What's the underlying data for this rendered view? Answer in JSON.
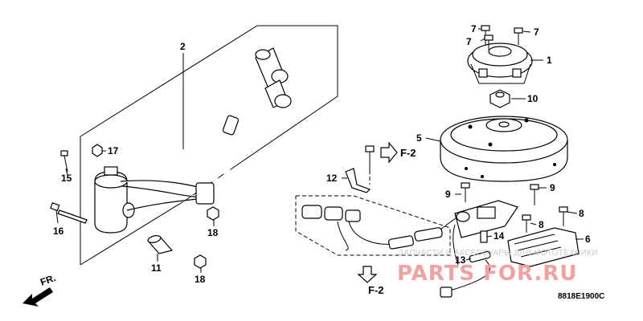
{
  "callouts": {
    "c1": "1",
    "c2": "2",
    "c5": "5",
    "c6": "6",
    "c7a": "7",
    "c7b": "7",
    "c7c": "7",
    "c8a": "8",
    "c8b": "8",
    "c9a": "9",
    "c9b": "9",
    "c10": "10",
    "c11": "11",
    "c12": "12",
    "c13": "13",
    "c14": "14",
    "c15": "15",
    "c16": "16",
    "c17": "17",
    "c18a": "18",
    "c18b": "18"
  },
  "refs": {
    "f2_upper": "F-2",
    "f2_lower": "F-2"
  },
  "front_label": "FR.",
  "diagram_code": "8818E1900C",
  "watermark": {
    "top": "ЗАПЧАСТИ И АКСЕССУАРЫ ДЛЯ МОТОТЕХНИКИ",
    "big": "PARTS FOR.RU"
  },
  "colors": {
    "line": "#000000",
    "watermark_text": "#c8c8c8",
    "watermark_logo": "#f2a0a0"
  }
}
